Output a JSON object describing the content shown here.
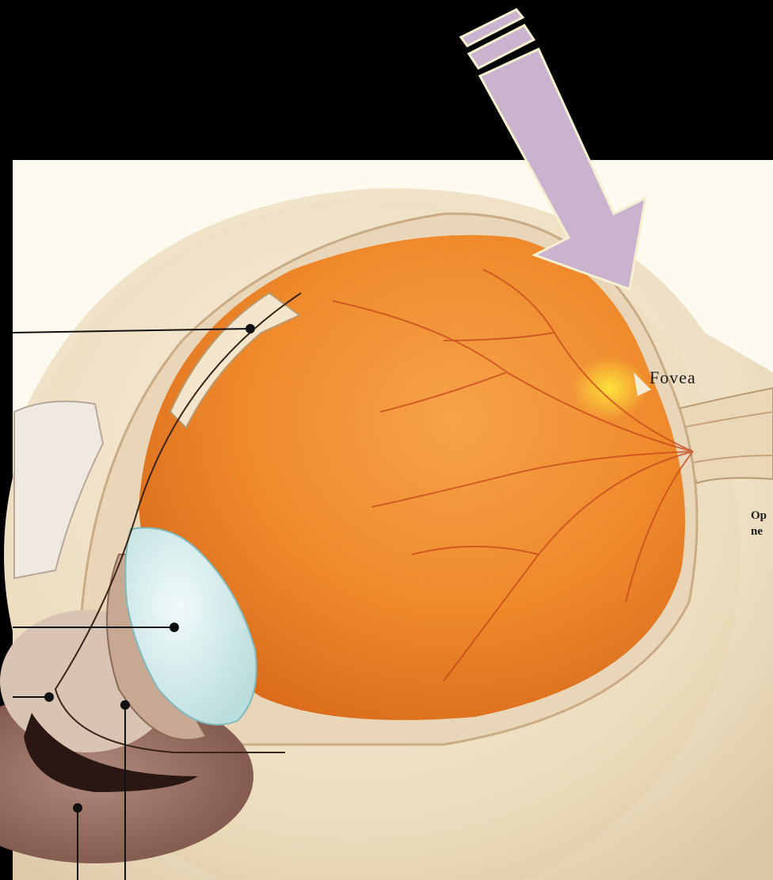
{
  "labels": {
    "fovea": "Fovea",
    "optic_nerve_line1": "Op",
    "optic_nerve_line2": "ne"
  },
  "colors": {
    "background": "#000000",
    "panel": "#fdfaf0",
    "arrow_fill": "#c9b3cf",
    "arrow_stroke": "#f5f0d0",
    "retina": "#f08c2e",
    "sclera": "#efe1c6",
    "lens": "#d9ecec"
  },
  "icons": {
    "pointer_arrow": "arrow-down-right-icon"
  }
}
